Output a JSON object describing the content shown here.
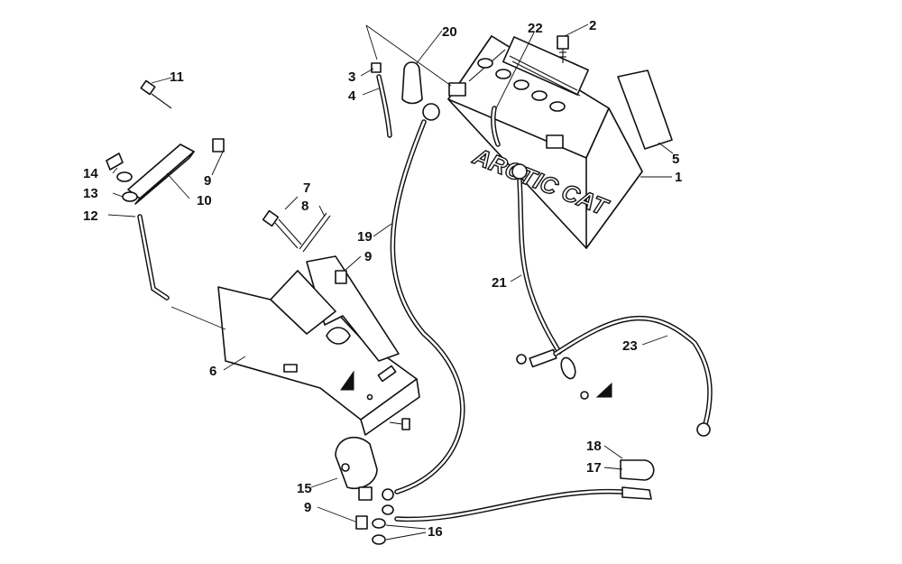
{
  "battery": {
    "logo_text": "ARCTIC CAT"
  },
  "callouts": [
    {
      "id": "c1",
      "label": "1"
    },
    {
      "id": "c2",
      "label": "2"
    },
    {
      "id": "c3",
      "label": "3"
    },
    {
      "id": "c4",
      "label": "4"
    },
    {
      "id": "c5",
      "label": "5"
    },
    {
      "id": "c6",
      "label": "6"
    },
    {
      "id": "c7",
      "label": "7"
    },
    {
      "id": "c8",
      "label": "8"
    },
    {
      "id": "c9a",
      "label": "9"
    },
    {
      "id": "c9b",
      "label": "9"
    },
    {
      "id": "c9c",
      "label": "9"
    },
    {
      "id": "c10",
      "label": "10"
    },
    {
      "id": "c11",
      "label": "11"
    },
    {
      "id": "c12",
      "label": "12"
    },
    {
      "id": "c13",
      "label": "13"
    },
    {
      "id": "c14",
      "label": "14"
    },
    {
      "id": "c15",
      "label": "15"
    },
    {
      "id": "c16",
      "label": "16"
    },
    {
      "id": "c17",
      "label": "17"
    },
    {
      "id": "c18",
      "label": "18"
    },
    {
      "id": "c19",
      "label": "19"
    },
    {
      "id": "c20",
      "label": "20"
    },
    {
      "id": "c21",
      "label": "21"
    },
    {
      "id": "c22",
      "label": "22"
    },
    {
      "id": "c23",
      "label": "23"
    }
  ]
}
